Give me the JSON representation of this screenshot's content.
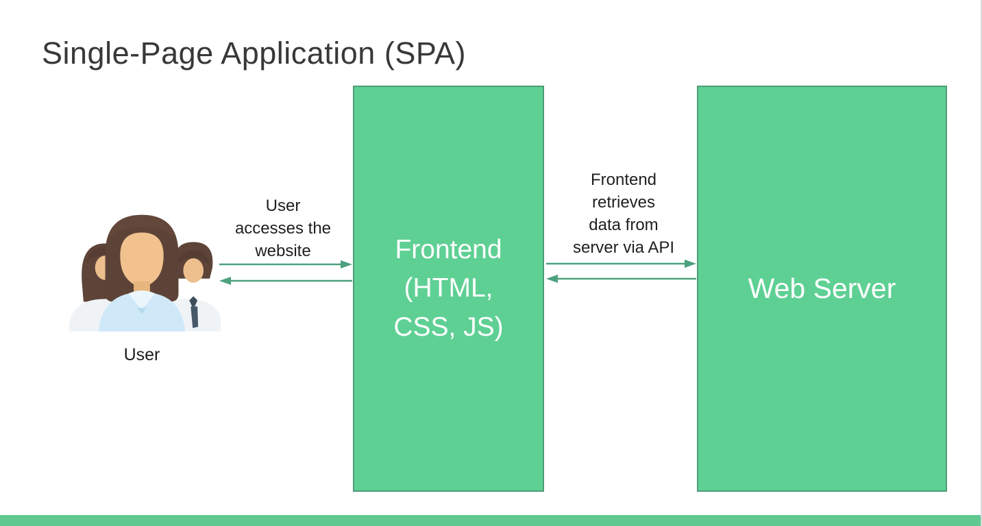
{
  "page": {
    "title": "Single-Page Application (SPA)"
  },
  "nodes": {
    "user": {
      "label": "User"
    },
    "frontend": {
      "label": "Frontend\n(HTML,\nCSS, JS)"
    },
    "web_server": {
      "label": "Web Server"
    }
  },
  "flows": {
    "user_frontend": {
      "label": "User\naccesses the\nwebsite"
    },
    "frontend_server": {
      "label": "Frontend\nretrieves\ndata from\nserver via API"
    }
  },
  "icons": {
    "user_group": "user-group-icon",
    "arrow_right": "arrow-right-icon",
    "arrow_left": "arrow-left-icon"
  },
  "colors": {
    "box_fill": "#5FD094",
    "box_border": "#4C9C76",
    "box_text": "#FFFFFF",
    "arrow": "#4CA17E",
    "footer_bar": "#5FC98F",
    "title_text": "#383838",
    "label_text": "#1F1F1F"
  }
}
